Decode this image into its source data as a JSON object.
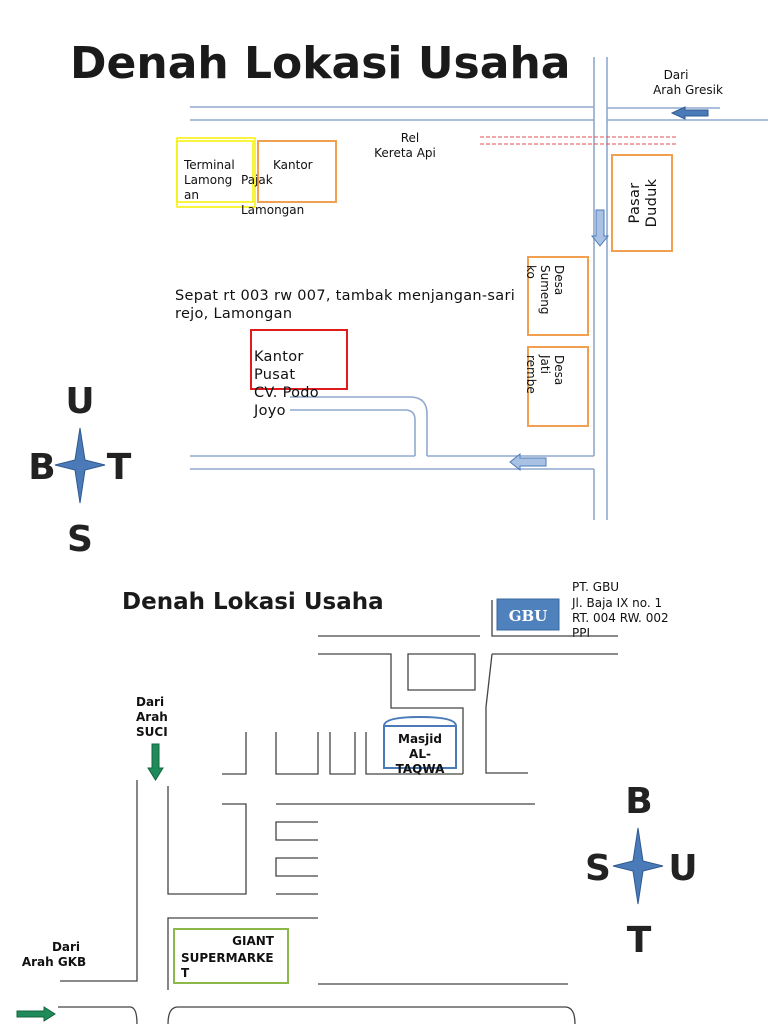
{
  "map1": {
    "title": "Denah Lokasi Usaha",
    "from_gresik": [
      "Dari",
      "Arah Gresik"
    ],
    "railway": [
      "Rel",
      "Kereta Api"
    ],
    "terminal": [
      "Terminal",
      "Lamong",
      "an"
    ],
    "tax_office": [
      "Kantor",
      "Pajak",
      "Lamongan"
    ],
    "market": [
      "Pasar",
      "Duduk"
    ],
    "village1": [
      "Desa",
      "Sumeng",
      "ko"
    ],
    "village2": [
      "Desa",
      "Jati",
      "rembe"
    ],
    "address": [
      "Sepat rt 003 rw 007, tambak menjangan-sari",
      "rejo, Lamongan"
    ],
    "head_office": [
      "Kantor",
      "Pusat",
      "CV. Podo",
      "Joyo"
    ],
    "compass": {
      "north": "U",
      "west": "B",
      "east": "T",
      "south": "S"
    }
  },
  "map2": {
    "title": "Denah Lokasi Usaha",
    "gbu_logo": "GBU",
    "gbu_info": [
      "PT. GBU",
      "Jl. Baja IX no. 1",
      "RT. 004 RW. 002",
      "PPI"
    ],
    "from_suci": [
      "Dari",
      "Arah",
      "SUCI"
    ],
    "mosque": [
      "Masjid",
      "AL-",
      "TAQWA"
    ],
    "from_gkb": [
      "Dari",
      "Arah GKB"
    ],
    "supermarket": [
      "GIANT",
      "SUPERMARKE",
      "T"
    ],
    "compass": {
      "north": "B",
      "west": "S",
      "east": "U",
      "south": "T"
    }
  },
  "colors": {
    "road": "#8fa9cf",
    "arrow_blue": "#4a7ab8",
    "arrow_green": "#1f8a5a",
    "orange": "#f0a050",
    "yellow": "#f5f000",
    "red": "#e01b1b",
    "green_box": "#8cb84a",
    "gbu_blue": "#4f81bd"
  }
}
